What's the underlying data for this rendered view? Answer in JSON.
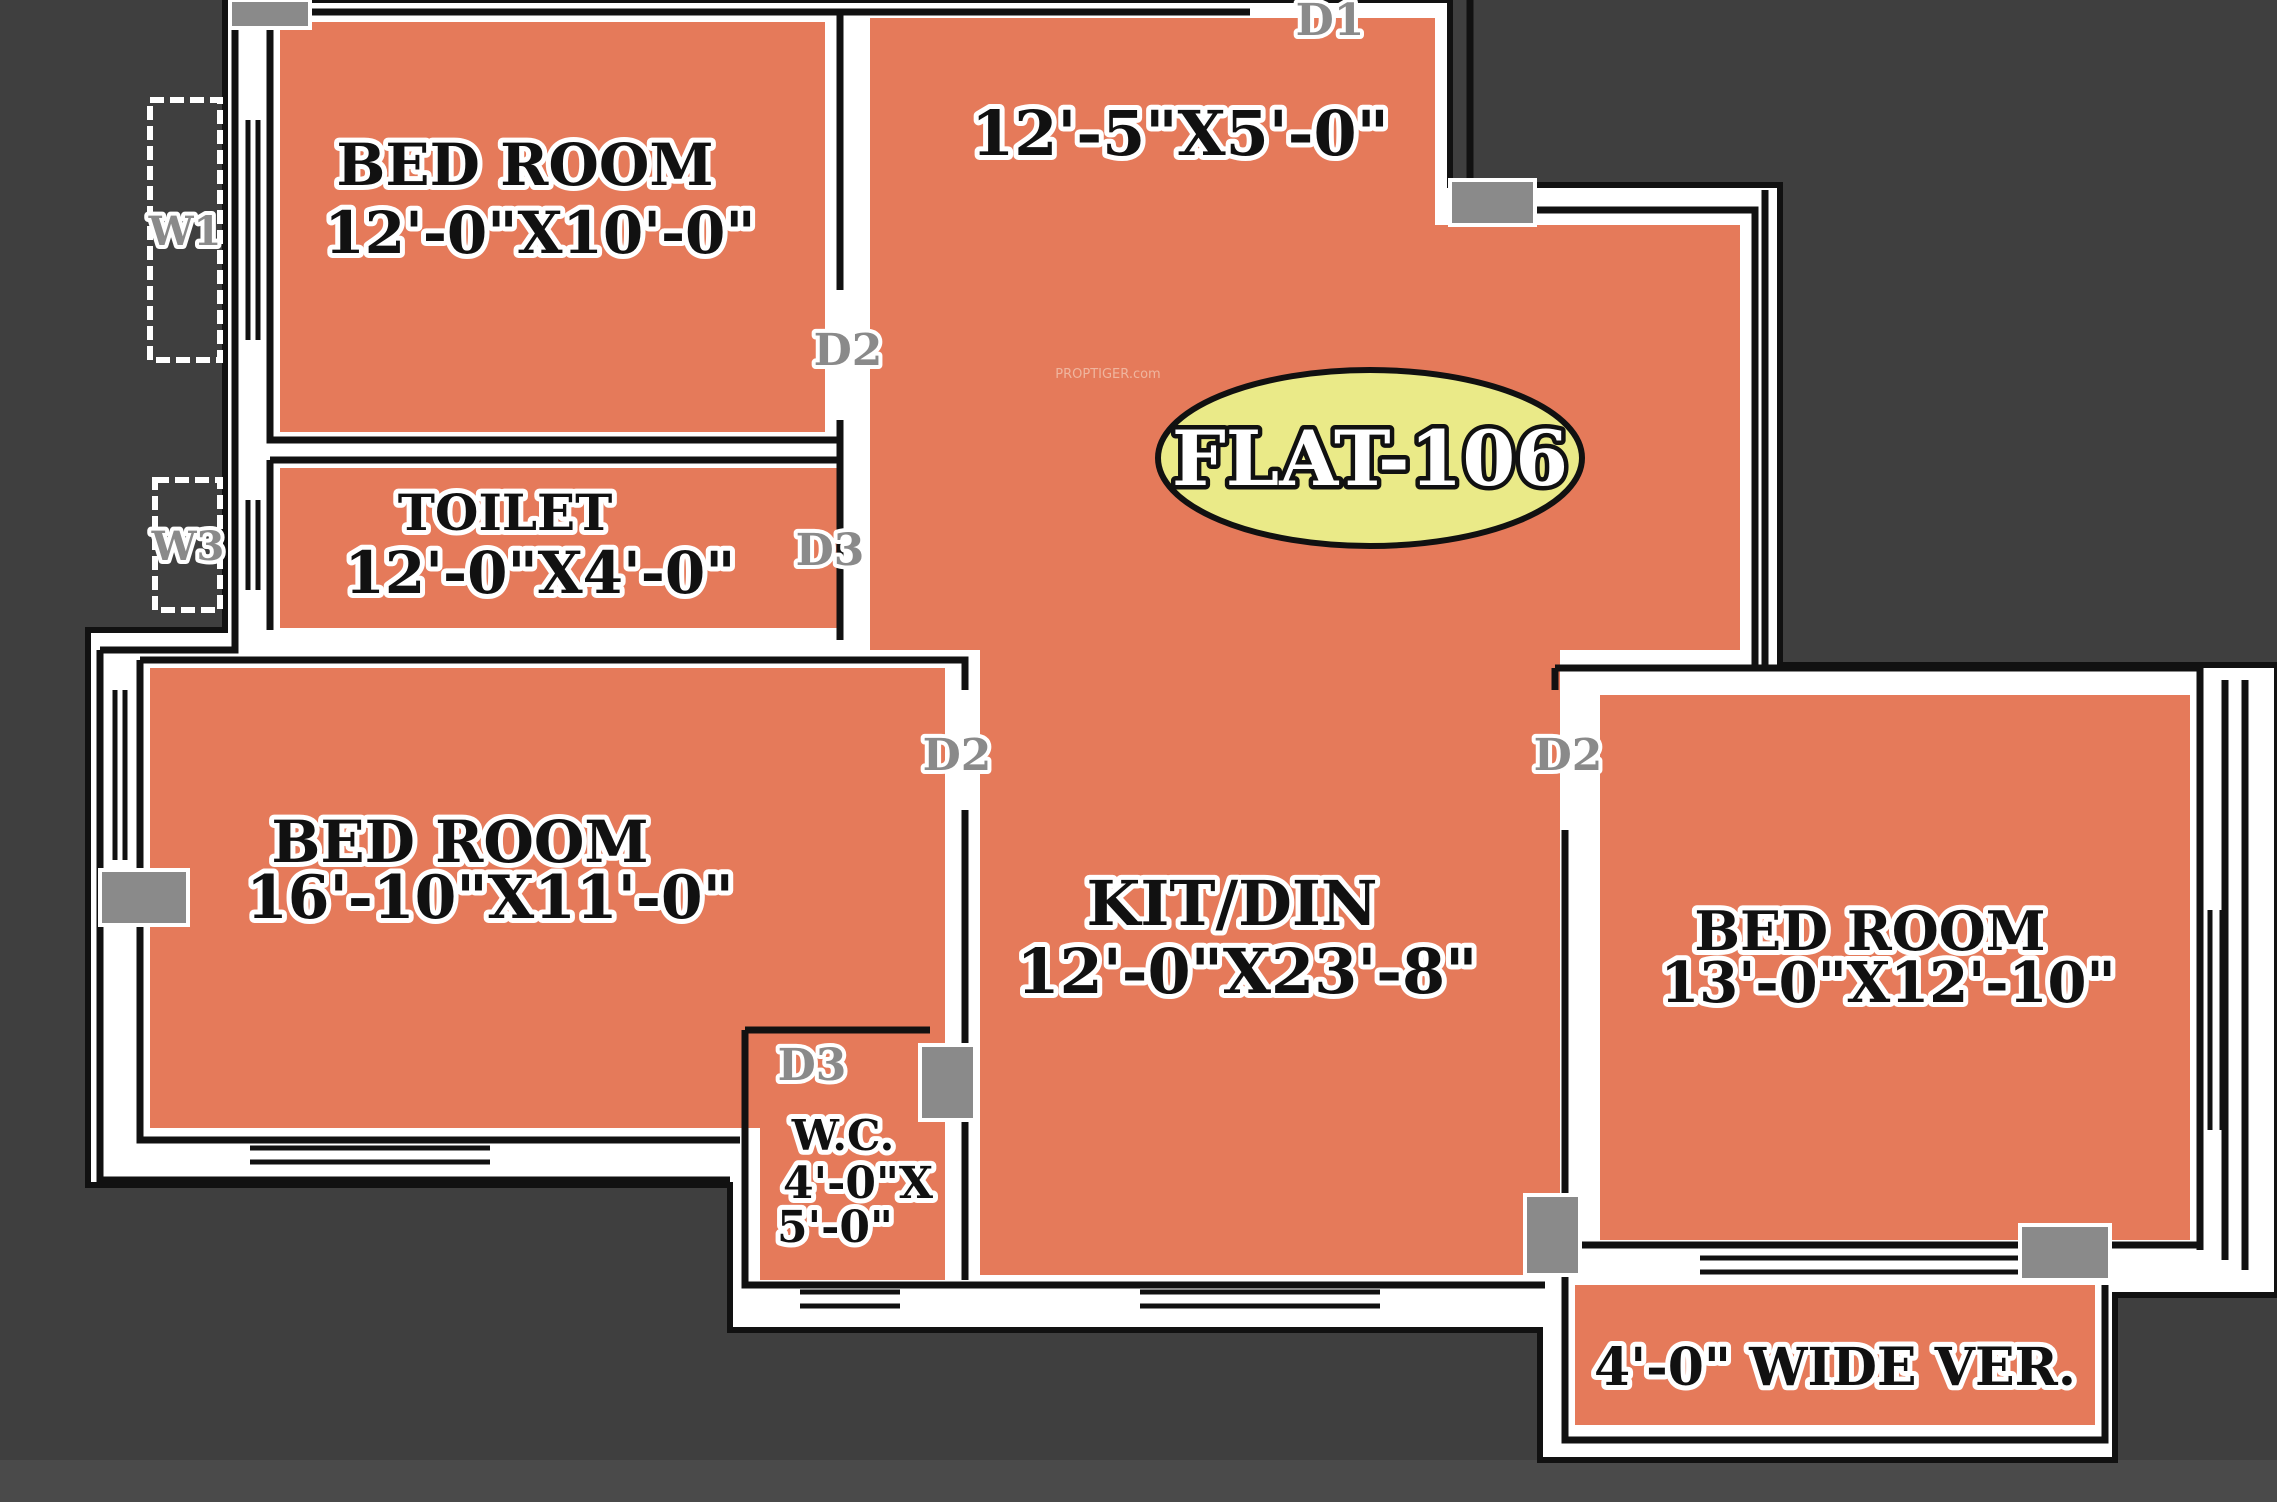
{
  "plan": {
    "flat_id": "FLAT-106",
    "watermark": "PROPTIGER.com",
    "colors": {
      "background": "#3f3f3f",
      "room_fill": "#e57a5a",
      "wall_outline": "#ffffff",
      "wall_line": "#111111",
      "badge_fill": "#eaea88",
      "column": "#8a8a8a"
    },
    "rooms": {
      "bed_room_1": {
        "name": "BED ROOM",
        "size": "12'-0\"X10'-0\""
      },
      "toilet": {
        "name": "TOILET",
        "size": "12'-0\"X4'-0\""
      },
      "bed_room_2": {
        "name": "BED ROOM",
        "size": "16'-10\"X11'-0\""
      },
      "kit_din": {
        "name": "KIT/DIN",
        "size": "12'-0\"X23'-8\""
      },
      "entry_lobby": {
        "size": "12'-5\"X5'-0\""
      },
      "bed_room_3": {
        "name": "BED ROOM",
        "size": "13'-0\"X12'-10\""
      },
      "wc": {
        "name": "W.C.",
        "size_line1": "4'-0\"X",
        "size_line2": "5'-0\""
      },
      "verandah": {
        "name": "4'-0\" WIDE VER."
      }
    },
    "tags": {
      "d1": "D1",
      "d2": "D2",
      "d3": "D3",
      "w1": "W1",
      "w3": "W3"
    }
  }
}
